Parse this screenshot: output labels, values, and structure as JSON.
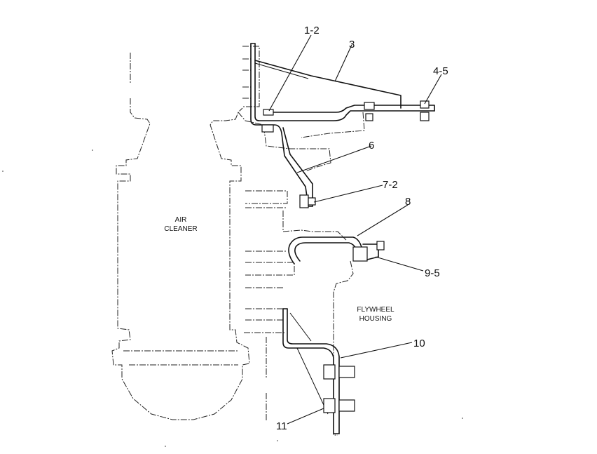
{
  "callouts": {
    "c1": "1-2",
    "c2": "3",
    "c3": "4-5",
    "c4": "6",
    "c5": "7-2",
    "c6": "8",
    "c7": "9-5",
    "c8": "10",
    "c9": "11"
  },
  "labels": {
    "air_cleaner_1": "AIR",
    "air_cleaner_2": "CLEANER",
    "flywheel_1": "FLYWHEEL",
    "flywheel_2": "HOUSING"
  },
  "colors": {
    "line": "#111111",
    "background": "#ffffff"
  }
}
